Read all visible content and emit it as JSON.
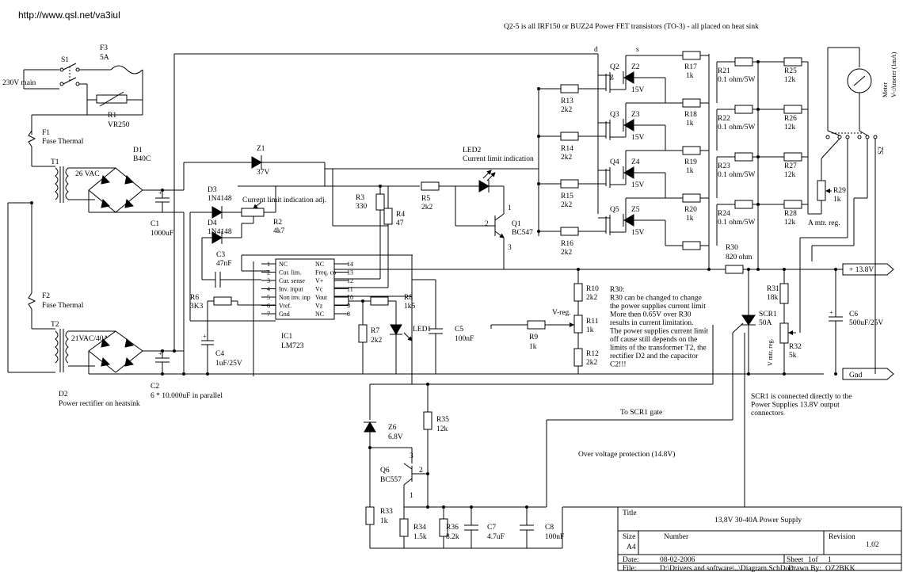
{
  "header": {
    "url": "http://www.qsl.net/va3iul",
    "note": "Q2-5 is all IRF150 or BUZ24 Power FET transistors (TO-3) - all placed on heat sink"
  },
  "mains": {
    "s1": "S1",
    "f3": "F3",
    "f3v": "5A",
    "input": "230V main",
    "r1": "R1",
    "r1v": "VR250"
  },
  "trafo": {
    "f1": "F1",
    "f1v": "Fuse Thermal",
    "t1": "T1",
    "t1v": "26 VAC",
    "d1": "D1",
    "d1v": "B40C",
    "c1": "C1",
    "c1v": "1000uF",
    "f2": "F2",
    "f2v": "Fuse Thermal",
    "t2": "T2",
    "t2v": "21VAC/40A",
    "d2": "D2",
    "d2v": "Power rectifier on heatsink",
    "c2": "C2",
    "c2v": "6 * 10.000uF in parallel"
  },
  "reg": {
    "z1": "Z1",
    "z1v": "37V",
    "d3": "D3",
    "d3v": "1N4148",
    "d4": "D4",
    "d4v": "1N4148",
    "r2": "R2",
    "r2v": "4k7",
    "r2note": "Current limit indication adj.",
    "c3": "C3",
    "c3v": "47nF",
    "r3": "R3",
    "r3v": "330",
    "r4": "R4",
    "r4v": "47",
    "r5": "R5",
    "r5v": "2k2",
    "r6": "R6",
    "r6v": "3K3",
    "c4": "C4",
    "c4v": "1uF/25V",
    "r7": "R7",
    "r7v": "2k2",
    "r8": "R8",
    "r8v": "1k5",
    "led1": "LED1",
    "c5": "C5",
    "c5v": "100nF",
    "led2": "LED2",
    "led2v": "Current limit indication",
    "q1": "Q1",
    "q1v": "BC547",
    "pin1": "1",
    "pin2": "2",
    "pin3": "3",
    "r9": "R9",
    "r9v": "1k",
    "vreg": "V-reg.",
    "r10": "R10",
    "r10v": "2k2",
    "r11": "R11",
    "r11v": "1k",
    "r12": "R12",
    "r12v": "2k2",
    "ic": "IC1",
    "icv": "LM723",
    "pins_left": [
      {
        "n": "1",
        "l": "NC"
      },
      {
        "n": "2",
        "l": "Cur. lim."
      },
      {
        "n": "3",
        "l": "Cur. sense"
      },
      {
        "n": "4",
        "l": "Inv. input"
      },
      {
        "n": "5",
        "l": "Non inv. inp"
      },
      {
        "n": "6",
        "l": "Vref."
      },
      {
        "n": "7",
        "l": "Gnd"
      }
    ],
    "pins_right": [
      {
        "n": "14",
        "l": "NC"
      },
      {
        "n": "13",
        "l": "Freq. co"
      },
      {
        "n": "12",
        "l": "V+"
      },
      {
        "n": "11",
        "l": "Vc"
      },
      {
        "n": "10",
        "l": "Vout"
      },
      {
        "n": "9",
        "l": "Vz"
      },
      {
        "n": "8",
        "l": "NC"
      }
    ]
  },
  "power": {
    "d": "d",
    "s": "s",
    "g": "g",
    "fets": [
      {
        "q": "Q2",
        "z": "Z2",
        "zv": "15V",
        "rg": "R13",
        "rgv": "2k2",
        "rz": "R17",
        "rzv": "1k",
        "rs": "R21",
        "rsv": "0.1 ohm/5W",
        "rm": "R25",
        "rmv": "12k"
      },
      {
        "q": "Q3",
        "z": "Z3",
        "zv": "15V",
        "rg": "R14",
        "rgv": "2k2",
        "rz": "R18",
        "rzv": "1k",
        "rs": "R22",
        "rsv": "0.1 ohm/5W",
        "rm": "R26",
        "rmv": "12k"
      },
      {
        "q": "Q4",
        "z": "Z4",
        "zv": "15V",
        "rg": "R15",
        "rgv": "2k2",
        "rz": "R19",
        "rzv": "1k",
        "rs": "R23",
        "rsv": "0.1 ohm/5W",
        "rm": "R27",
        "rmv": "12k"
      },
      {
        "q": "Q5",
        "z": "Z5",
        "zv": "15V",
        "rg": "R16",
        "rgv": "2k2",
        "rz": "R20",
        "rzv": "1k",
        "rs": "R24",
        "rsv": "0.1 ohm/5W",
        "rm": "R28",
        "rmv": "12k"
      }
    ],
    "r29": "R29",
    "r29v": "1k",
    "amtr": "A mtr. reg.",
    "r30": "R30",
    "r30v": "820 ohm",
    "r31": "R31",
    "r31v": "18k",
    "r32": "R32",
    "r32v": "5k",
    "vmtr": "V mtr. reg.",
    "scr1": "SCR1",
    "scr1v": "50A",
    "c6": "C6",
    "c6v": "500uF/25V",
    "meter": "Meter",
    "meterv": "V-/Ameter (1mA)",
    "s2": "S2",
    "out_pos": "+ 13.8V",
    "out_gnd": "Gnd",
    "r30note": [
      "R30:",
      "R30 can be changed to change",
      "the power supplies current limit",
      "More then 0.65V over R30",
      "results in current limitation.",
      "The power supplies current limit",
      "off cause still depends on the",
      "limits of the transformer T2, the",
      "rectifier D2 and the capacitor",
      "C2!!!"
    ],
    "scrnote": [
      "SCR1 is connected directly to the",
      "Power Supplies 13.8V output",
      "connectors"
    ]
  },
  "ovp": {
    "z6": "Z6",
    "z6v": "6.8V",
    "q6": "Q6",
    "q6v": "BC557",
    "p1": "1",
    "p2": "2",
    "p3": "3",
    "r33": "R33",
    "r33v": "1k",
    "r34": "R34",
    "r34v": "1.5k",
    "r35": "R35",
    "r35v": "12k",
    "r36": "R36",
    "r36v": "8.2k",
    "c7": "C7",
    "c7v": "4.7uF",
    "c8": "C8",
    "c8v": "100nF",
    "gate": "To SCR1 gate",
    "title": "Over voltage protection (14.8V)"
  },
  "titleblock": {
    "title_lbl": "Title",
    "title": "13,8V 30-40A Power Supply",
    "size_lbl": "Size",
    "size": "A4",
    "number_lbl": "Number",
    "revision_lbl": "Revision",
    "revision": "1.02",
    "date_lbl": "Date:",
    "date": "08-02-2006",
    "sheet_lbl": "Sheet",
    "sheet": "1of",
    "sheet_total": "1",
    "file_lbl": "File:",
    "file": "D:\\Drivers and software\\..\\Diagram.SchDoc",
    "drawn_lbl": "Drawn By:",
    "drawn": "OZ2BKK"
  }
}
